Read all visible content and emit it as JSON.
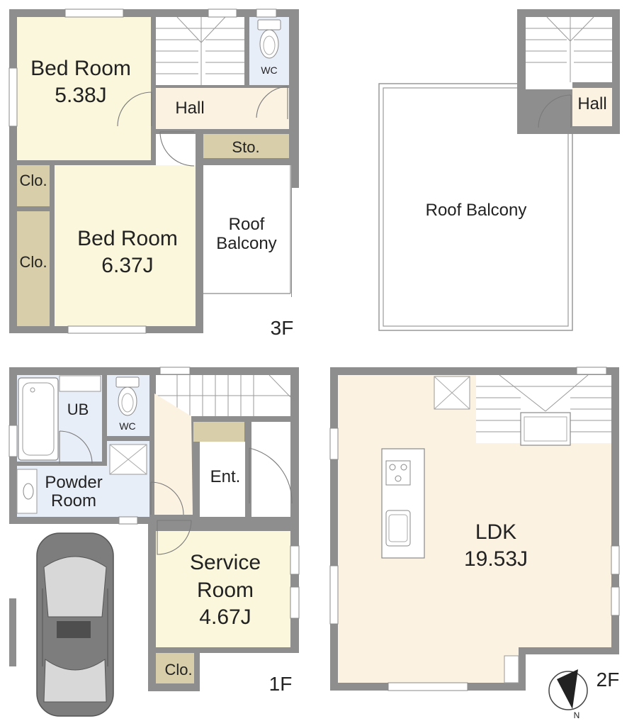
{
  "floors": {
    "third": {
      "label": "3F",
      "rooms": {
        "bedroom_a": {
          "name": "Bed Room",
          "size": "5.38J"
        },
        "bedroom_b": {
          "name": "Bed Room",
          "size": "6.37J"
        },
        "hall": "Hall",
        "wc": "WC",
        "storage": "Sto.",
        "closet_a": "Clo.",
        "closet_b": "Clo.",
        "balcony_line1": "Roof",
        "balcony_line2": "Balcony"
      }
    },
    "roof": {
      "balcony": "Roof Balcony",
      "hall": "Hall"
    },
    "first": {
      "label": "1F",
      "rooms": {
        "ub": "UB",
        "wc": "WC",
        "powder_line1": "Powder",
        "powder_line2": "Room",
        "entrance": "Ent.",
        "service_line1": "Service",
        "service_line2": "Room",
        "service_size": "4.67J",
        "closet": "Clo."
      }
    },
    "second": {
      "label": "2F",
      "rooms": {
        "ldk": "LDK",
        "ldk_size": "19.53J"
      },
      "compass": "N"
    }
  },
  "colors": {
    "wall": "#8e8e8e",
    "bedroom": "#fbf7dc",
    "hall": "#fcf2e2",
    "wet_area": "#e8eef8",
    "closet": "#d8cfaa",
    "car": "#7d7d7d"
  },
  "icons": [
    "stairs-icon",
    "toilet-icon",
    "bathtub-icon",
    "sink-icon",
    "stove-icon",
    "car-icon",
    "compass-icon",
    "skylight-icon"
  ]
}
